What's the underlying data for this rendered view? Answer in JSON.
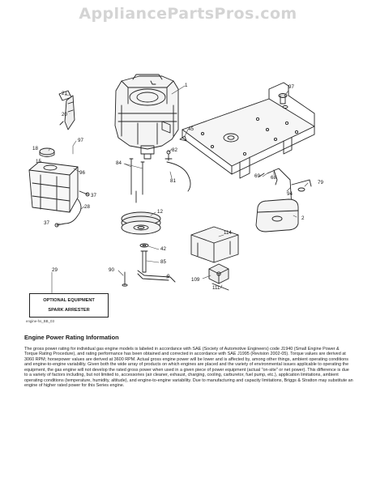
{
  "watermark": "AppliancePartsPros.com",
  "callouts": {
    "c1": "1",
    "c97a": "97",
    "c21": "21",
    "c20": "20",
    "c45": "45",
    "c18": "18",
    "c97b": "97",
    "c82": "82",
    "c15": "15",
    "c96": "96",
    "c84": "84",
    "c81": "81",
    "c69": "69",
    "c68": "68",
    "c79": "79",
    "c37a": "37",
    "c28": "28",
    "c94": "94",
    "c12": "12",
    "c37b": "37",
    "c2": "2",
    "c114": "114",
    "c42": "42",
    "c85": "85",
    "c90": "90",
    "c9": "9",
    "c109": "109",
    "c111": "111",
    "c29": "29"
  },
  "optional_box": {
    "line1": "OPTIONAL EQUIPMENT",
    "line2": "SPARK ARRESTER"
  },
  "figure_id": "engine-hs_BB_03",
  "section": {
    "title": "Engine Power Rating Information",
    "body": "The gross power rating for individual gas engine models is labeled in accordance with SAE (Society of Automotive Engineers) code J1940 (Small Engine Power & Torque Rating Procedure), and rating performance has been obtained and corrected in accordance with SAE J1995 (Revision 2002-05). Torque values are derived at 3060 RPM; horsepower values are derived at 3600 RPM. Actual gross engine power will be lower and is affected by, among other things, ambient operating conditions and engine-to-engine variability. Given both the wide array of products on which engines are placed and the variety of environmental issues applicable to operating the equipment, the gas engine will not develop the rated gross power when used in a given piece of power equipment (actual \"on-site\" or net power). This difference is due to a variety of factors including, but not limited to, accessories (air cleaner, exhaust, charging, cooling, carburetor, fuel pump, etc.), application limitations, ambient operating conditions (temperature, humidity, altitude), and engine-to-engine variability. Due to manufacturing and capacity limitations, Briggs & Stratton may substitute an engine of higher rated power for this Series engine."
  }
}
